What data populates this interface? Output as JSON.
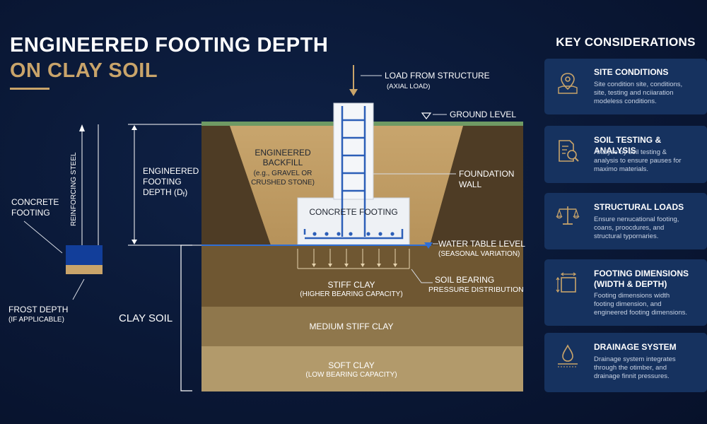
{
  "title": {
    "line1": "ENGINEERED FOOTING DEPTH",
    "line2": "ON CLAY SOIL"
  },
  "diagram": {
    "load_label": "LOAD FROM STRUCTURE",
    "load_sub": "(AXIAL LOAD)",
    "ground_level": "GROUND LEVEL",
    "backfill": [
      "ENGINEERED",
      "BACKFILL",
      "(e.g., GRAVEL OR",
      "CRUSHED STONE)"
    ],
    "foundation_wall": [
      "FOUNDATION",
      "WALL"
    ],
    "concrete_footing": "CONCRETE FOOTING",
    "depth_label": [
      "ENGINEERED",
      "FOOTING",
      "DEPTH (D",
      "f",
      ")"
    ],
    "water_table": "WATER TABLE LEVEL",
    "water_table_sub": "(SEASONAL VARIATION)",
    "bearing": [
      "SOIL BEARING",
      "PRESSURE DISTRIBUTION"
    ],
    "stiff_clay": "STIFF CLAY",
    "stiff_clay_sub": "(HIGHER BEARING CAPACITY)",
    "medium_clay": "MEDIUM STIFF CLAY",
    "soft_clay": "SOFT CLAY",
    "soft_clay_sub": "(LOW BEARING CAPACITY)",
    "clay_soil": "CLAY SOIL",
    "reinforcing_steel": "REINFORCING STEEL",
    "small_concrete_footing": [
      "CONCRETE",
      "FOOTING"
    ],
    "frost_depth": [
      "FROST DEPTH",
      "(IF APPLICABLE)"
    ]
  },
  "sidebar": {
    "title": "KEY CONSIDERATIONS",
    "cards": [
      {
        "icon": "map-pin-icon",
        "title": "SITE CONDITIONS",
        "desc": [
          "Site condition site, conditions,",
          "site, testing and nciiaration",
          "modeless conditions."
        ]
      },
      {
        "icon": "document-search-icon",
        "title": "SOIL TESTING & ANALYSIS",
        "desc": [
          "Analyse by soil testing &",
          "analysis to ensure pauses for",
          "maximo materials."
        ]
      },
      {
        "icon": "balance-scale-icon",
        "title": "STRUCTURAL LOADS",
        "desc": [
          "Ensure nenucational footing,",
          "coans, proocdures, and",
          "structural typornaries."
        ]
      },
      {
        "icon": "dimensions-icon",
        "title": "FOOTING DIMENSIONS\n(WIDTH & DEPTH)",
        "desc": [
          "Footing dimensions width",
          "footing dimension, and",
          "engineered footing dimensions."
        ]
      },
      {
        "icon": "water-drop-icon",
        "title": "DRAINAGE SYSTEM",
        "desc": [
          "Drainage system integrates",
          "through the otimber, and",
          "drainage finnit pressures."
        ]
      }
    ]
  },
  "colors": {
    "background": "#0a1836",
    "accent_gold": "#c9a46a",
    "card": "#16325f",
    "ground_green": "#6f9a64",
    "water_blue": "#2f6fd6"
  }
}
